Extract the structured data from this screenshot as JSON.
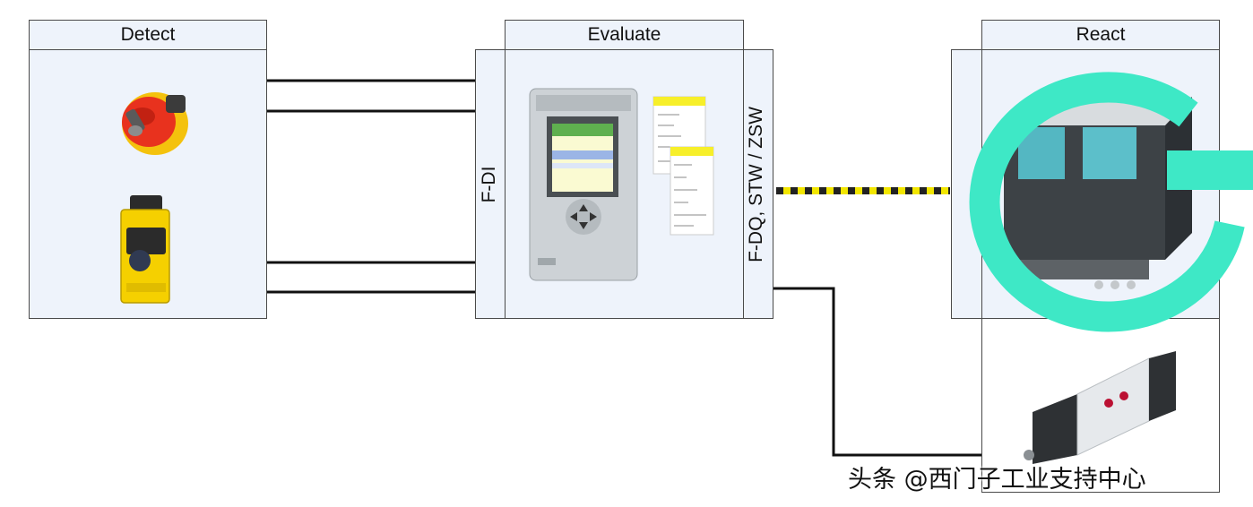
{
  "sections": {
    "detect": {
      "title": "Detect"
    },
    "evaluate": {
      "title": "Evaluate",
      "input_label": "F-DI",
      "output_label": "F-DQ, STW / ZSW"
    },
    "react": {
      "title": "React"
    }
  },
  "devices": {
    "emergency_stop": "emergency-stop-button",
    "safety_switch": "safety-door-switch",
    "plc": "safety-cpu-with-display",
    "drive": "drive-system",
    "valve": "pneumatic-valve"
  },
  "colors": {
    "cycle_arrow": "#3ee8c6",
    "profisafe_link": "#f2e600",
    "panel_bg": "#eef3fb",
    "estop_red": "#e8321e",
    "estop_yellow": "#f4c20d",
    "switch_yellow": "#f5d000"
  },
  "watermark": "头条 @西门子工业支持中心"
}
